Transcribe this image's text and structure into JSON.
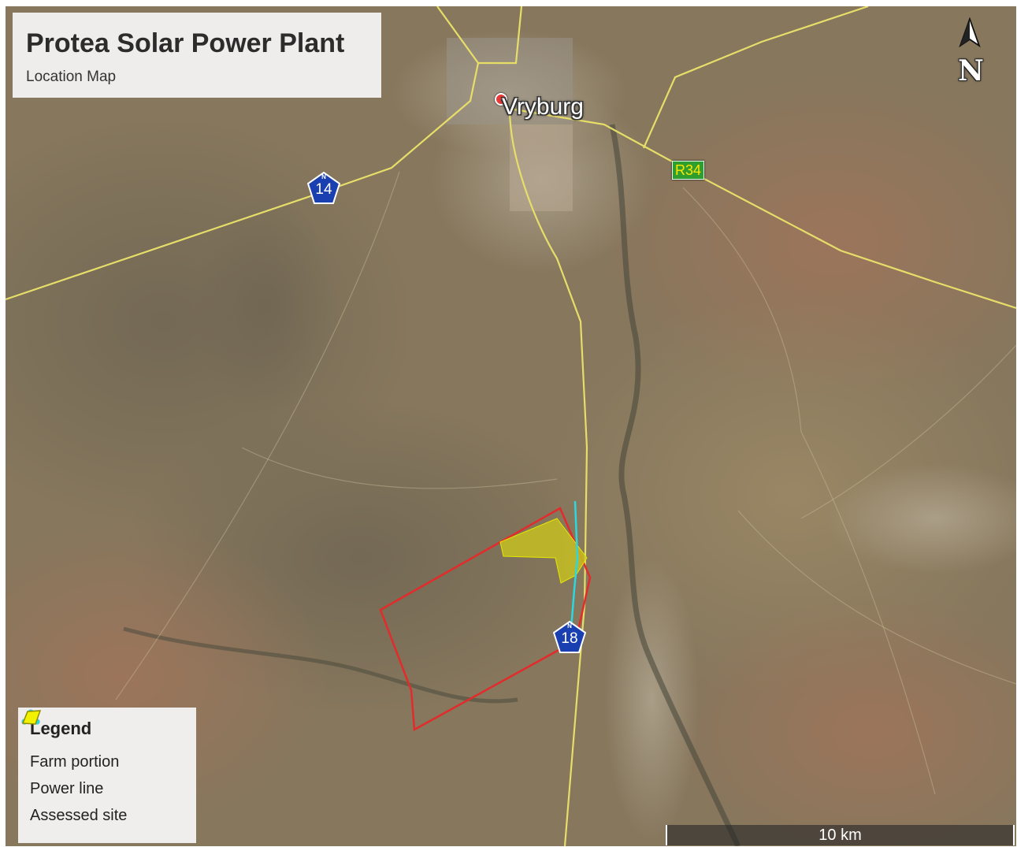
{
  "title_box": {
    "title": "Protea Solar Power Plant",
    "subtitle": "Location Map"
  },
  "north_arrow": {
    "letter": "N",
    "icon": "north-arrow-icon"
  },
  "places": [
    {
      "name": "Vryburg",
      "icon": "place-pin-icon"
    }
  ],
  "route_markers": {
    "n14": {
      "prefix": "N",
      "number": "14",
      "color": "#1a3fb0"
    },
    "n18": {
      "prefix": "N",
      "number": "18",
      "color": "#1a3fb0"
    },
    "r34": {
      "label": "R34",
      "color": "#2f9e2f",
      "text_color": "#ffe600"
    }
  },
  "legend": {
    "title": "Legend",
    "items": [
      {
        "label": "Farm portion",
        "icon": "farm-portion-icon",
        "color": "#e32b2b"
      },
      {
        "label": "Power line",
        "icon": "power-line-icon",
        "color": "#2bd7e0"
      },
      {
        "label": "Assessed site",
        "icon": "assessed-site-icon",
        "color": "#e6e600"
      }
    ]
  },
  "scale": {
    "label": "10 km"
  },
  "colors": {
    "roads": "#e7de6a",
    "farm_portion_outline": "#e32b2b",
    "power_line": "#2bd7e0",
    "assessed_site_fill": "#c9c41e"
  }
}
